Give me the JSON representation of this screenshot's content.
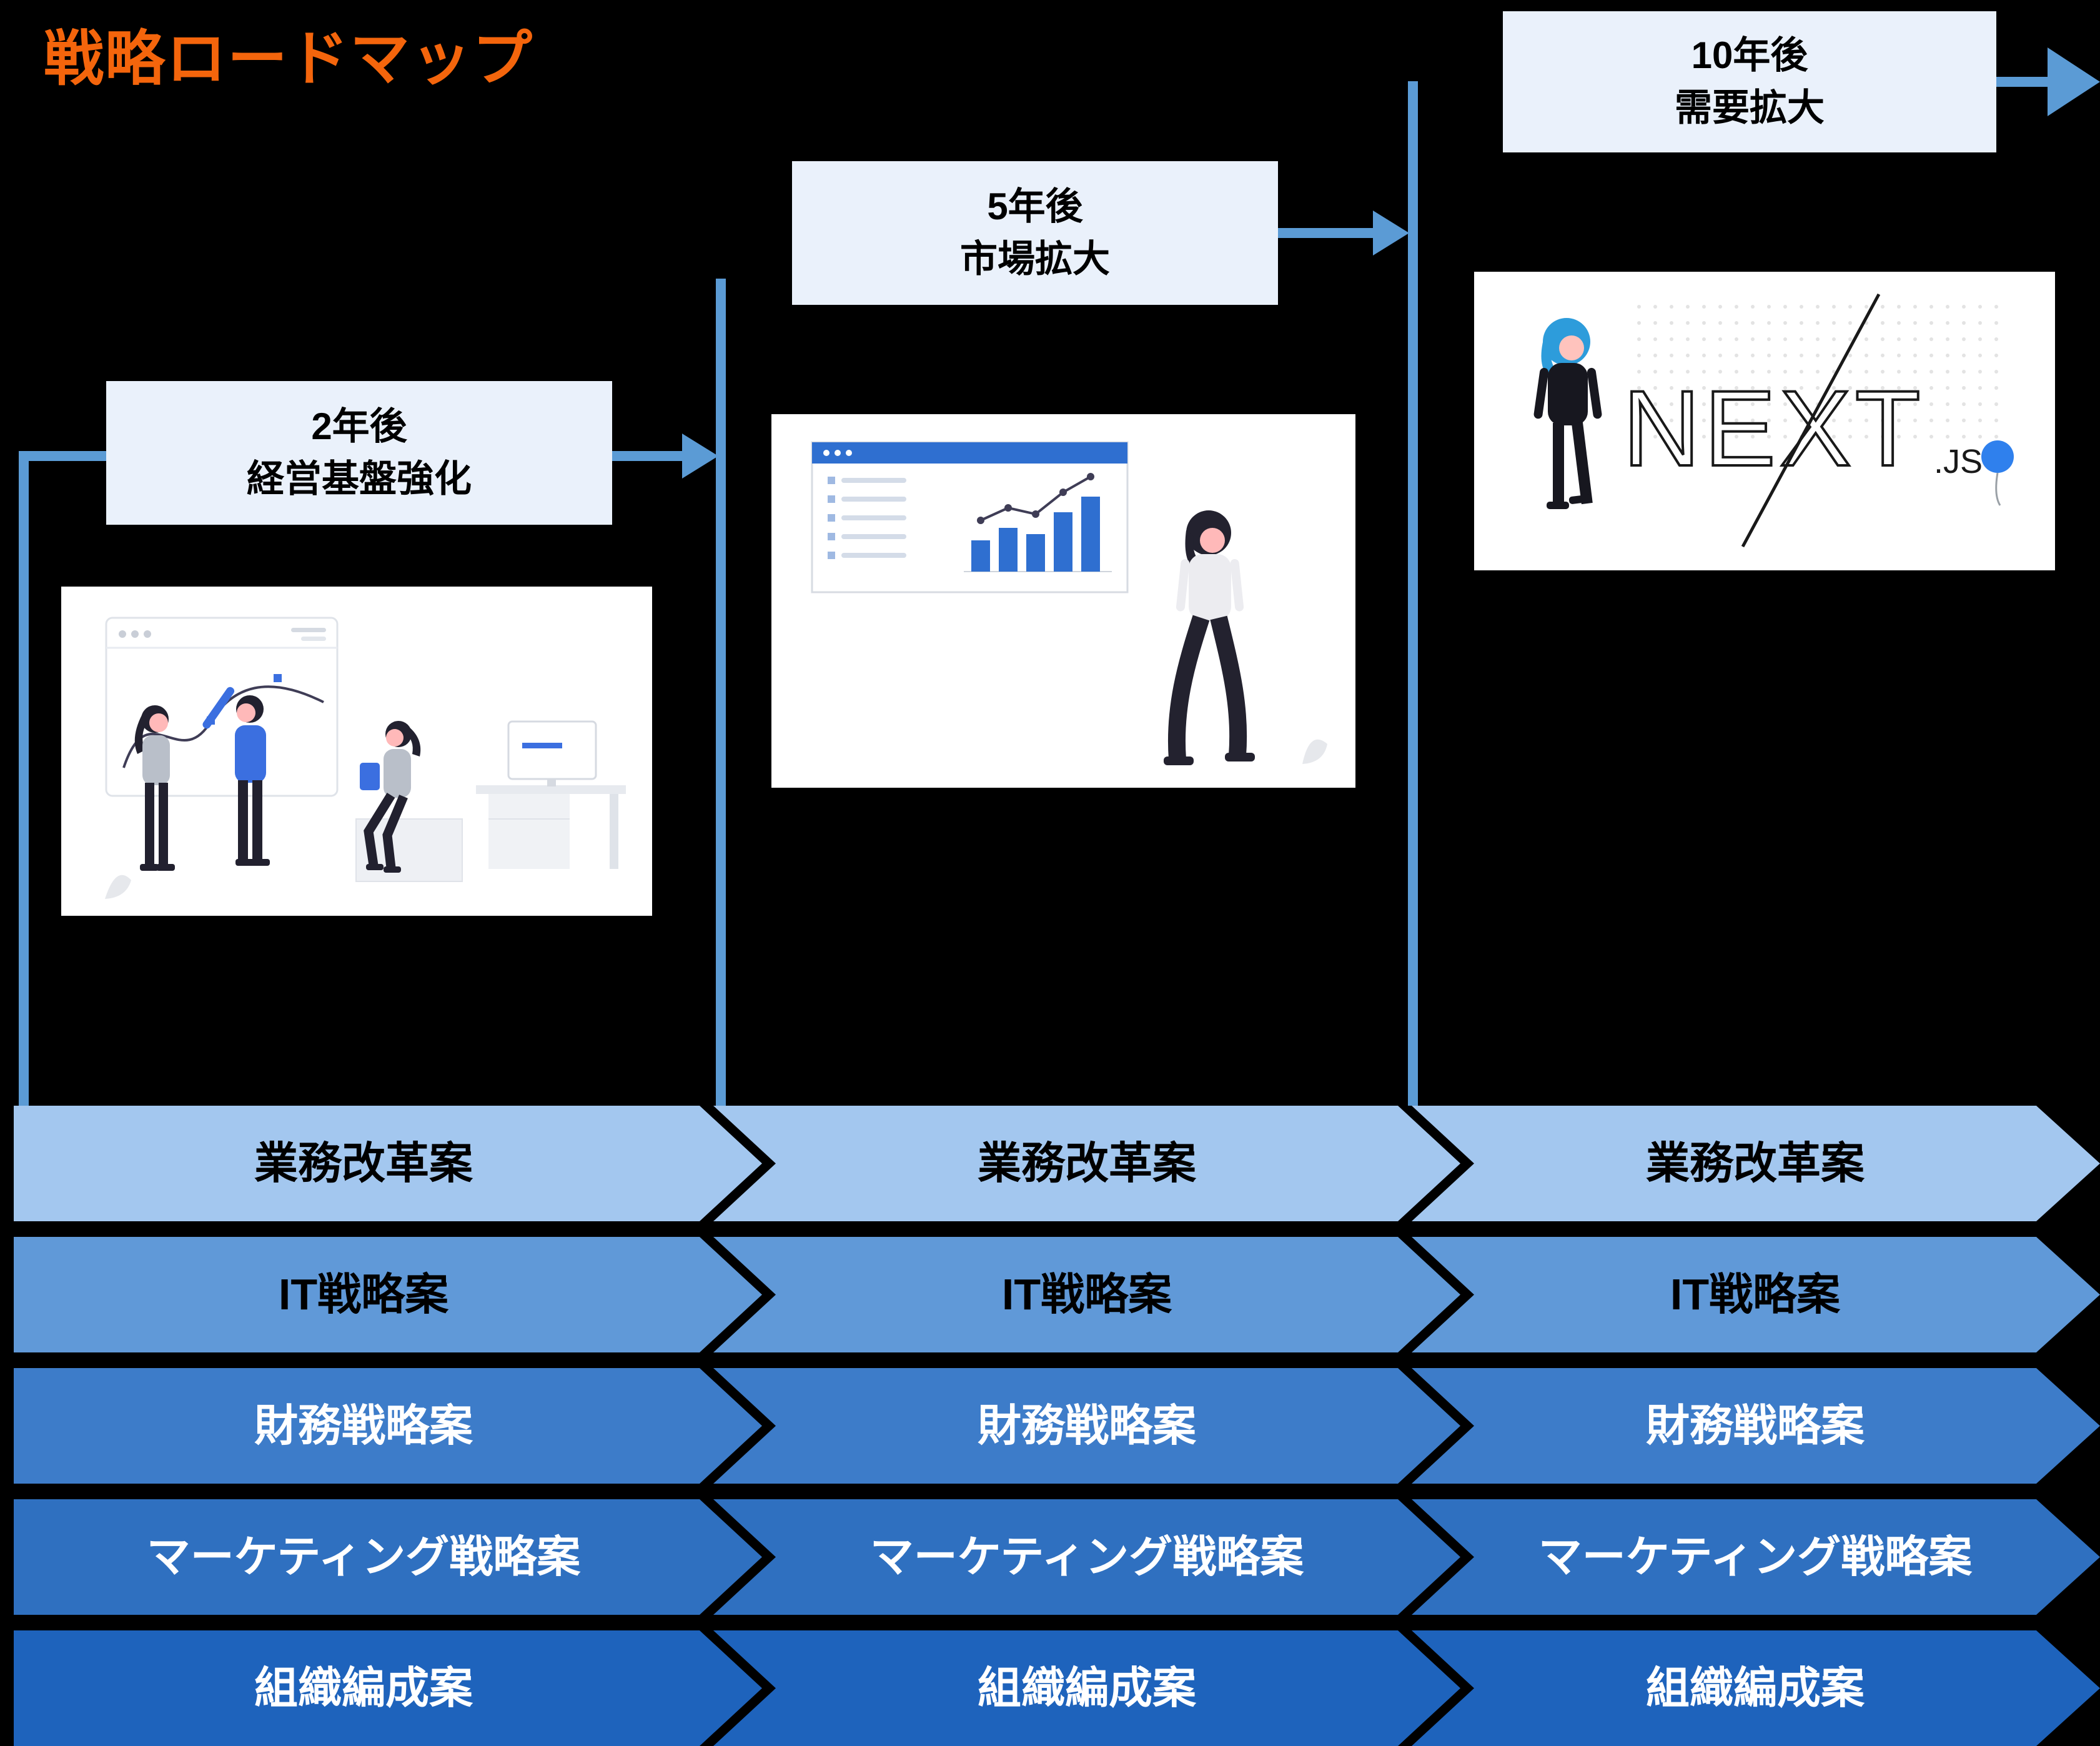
{
  "title": "戦略ロードマップ",
  "milestones": [
    {
      "line1": "2年後",
      "line2": "経営基盤強化"
    },
    {
      "line1": "5年後",
      "line2": "市場拡大"
    },
    {
      "line1": "10年後",
      "line2": "需要拡大"
    }
  ],
  "lanes": [
    {
      "label": "業務改革案",
      "color": "#A3C7EF",
      "text_color": "#000000"
    },
    {
      "label": "IT戦略案",
      "color": "#6099D8",
      "text_color": "#000000"
    },
    {
      "label": "財務戦略案",
      "color": "#3D7CC9",
      "text_color": "#FFFFFF"
    },
    {
      "label": "マーケティング戦略案",
      "color": "#2F70C0",
      "text_color": "#FFFFFF"
    },
    {
      "label": "組織編成案",
      "color": "#1E63BC",
      "text_color": "#FFFFFF"
    }
  ],
  "illustrations": {
    "left": "team-whiteboard-illustration",
    "middle": "dashboard-presentation-illustration",
    "right": "nextjs-logo-illustration",
    "next_logo": "NEXT",
    "next_logo_suffix": ".JS"
  },
  "colors": {
    "background": "#000000",
    "title": "#F4650C",
    "connector": "#5B9BD5",
    "milestone-bg": "#EAF1FB",
    "milestone-text": "#000000"
  }
}
